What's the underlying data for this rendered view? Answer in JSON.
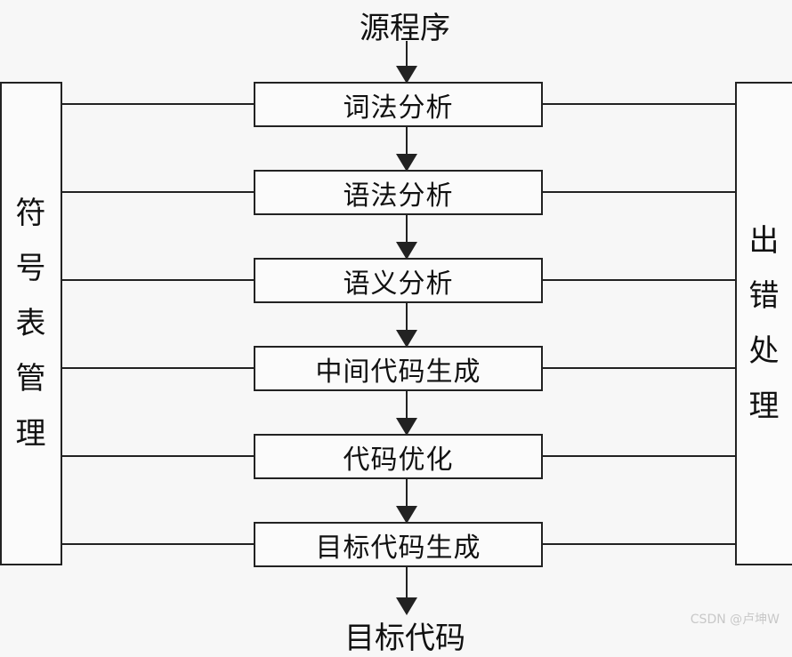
{
  "diagram": {
    "input_label": "源程序",
    "output_label": "目标代码",
    "phases": [
      {
        "label": "词法分析"
      },
      {
        "label": "语法分析"
      },
      {
        "label": "语义分析"
      },
      {
        "label": "中间代码生成"
      },
      {
        "label": "代码优化"
      },
      {
        "label": "目标代码生成"
      }
    ],
    "left_box": {
      "chars": [
        "符",
        "号",
        "表",
        "管",
        "理"
      ]
    },
    "right_box": {
      "chars": [
        "出",
        "错",
        "处",
        "理"
      ]
    }
  },
  "watermark": "CSDN @卢坤W"
}
